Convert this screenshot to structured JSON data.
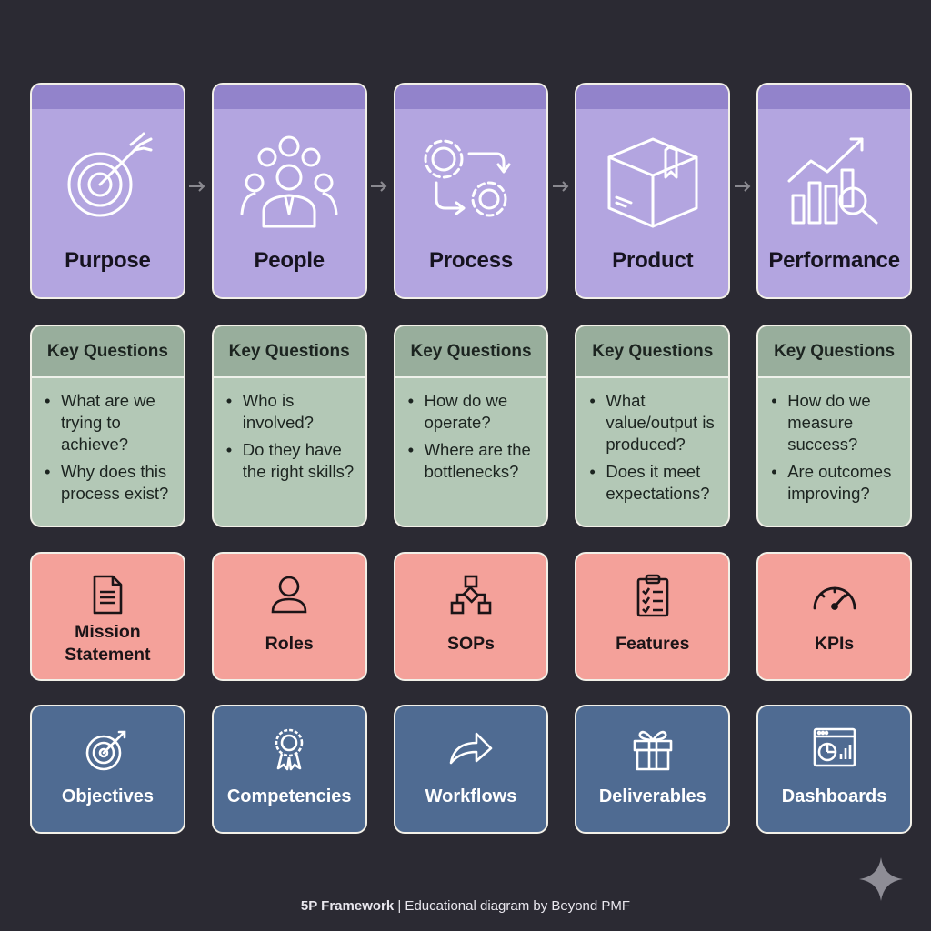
{
  "phases": [
    {
      "title": "Purpose",
      "icon": "target-arrow-icon",
      "questions_header": "Key Questions",
      "questions": [
        "What are we trying to achieve?",
        "Why does this process exist?"
      ],
      "artifact": {
        "label": "Mission Statement",
        "icon": "document-icon"
      },
      "output": {
        "label": "Objectives",
        "icon": "target-icon"
      }
    },
    {
      "title": "People",
      "icon": "team-icon",
      "questions_header": "Key Questions",
      "questions": [
        "Who is involved?",
        "Do they have the right skills?"
      ],
      "artifact": {
        "label": "Roles",
        "icon": "user-icon"
      },
      "output": {
        "label": "Competencies",
        "icon": "award-ribbon-icon"
      }
    },
    {
      "title": "Process",
      "icon": "gears-cycle-icon",
      "questions_header": "Key Questions",
      "questions": [
        "How do we operate?",
        "Where are the bottlenecks?"
      ],
      "artifact": {
        "label": "SOPs",
        "icon": "flowchart-icon"
      },
      "output": {
        "label": "Workflows",
        "icon": "forward-arrow-icon"
      }
    },
    {
      "title": "Product",
      "icon": "box-icon",
      "questions_header": "Key Questions",
      "questions": [
        "What value/output is produced?",
        "Does it meet expectations?"
      ],
      "artifact": {
        "label": "Features",
        "icon": "clipboard-checklist-icon"
      },
      "output": {
        "label": "Deliverables",
        "icon": "gift-icon"
      }
    },
    {
      "title": "Performance",
      "icon": "growth-chart-magnifier-icon",
      "questions_header": "Key Questions",
      "questions": [
        "How do we measure success?",
        "Are outcomes improving?"
      ],
      "artifact": {
        "label": "KPIs",
        "icon": "gauge-icon"
      },
      "output": {
        "label": "Dashboards",
        "icon": "dashboard-window-icon"
      }
    }
  ],
  "footer": {
    "bold": "5P Framework",
    "rest": " | Educational diagram by Beyond PMF"
  },
  "colors": {
    "background": "#2b2a33",
    "phase": "#b3a5e0",
    "questions": "#b3c8b6",
    "artifact": "#f4a19a",
    "output": "#4f6b92"
  }
}
